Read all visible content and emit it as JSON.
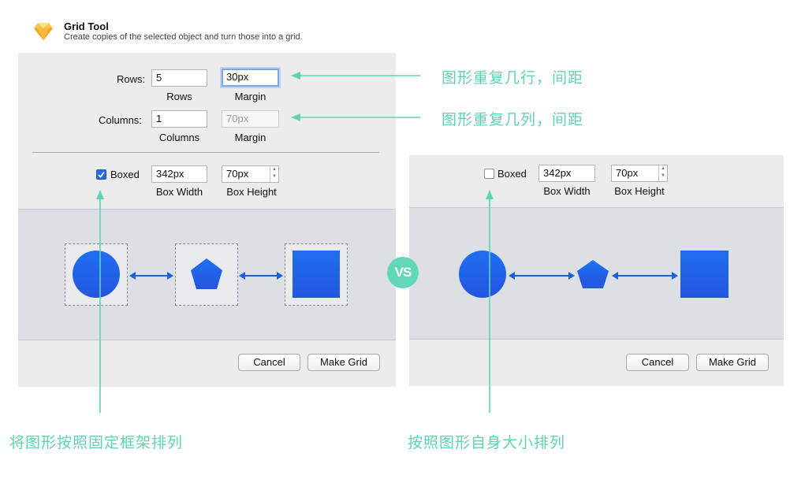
{
  "header": {
    "title": "Grid Tool",
    "subtitle": "Create copies of the selected object and turn those into a grid."
  },
  "left_panel": {
    "rows_label": "Rows:",
    "rows_value": "5",
    "rows_caption": "Rows",
    "rows_margin_value": "30px",
    "margin_caption": "Margin",
    "columns_label": "Columns:",
    "columns_value": "1",
    "columns_caption": "Columns",
    "columns_margin_value": "70px",
    "boxed_label": "Boxed",
    "boxed_checked": true,
    "box_width_value": "342px",
    "box_width_caption": "Box Width",
    "box_height_value": "70px",
    "box_height_caption": "Box Height",
    "cancel_label": "Cancel",
    "make_grid_label": "Make Grid"
  },
  "right_panel": {
    "boxed_label": "Boxed",
    "boxed_checked": false,
    "box_width_value": "342px",
    "box_width_caption": "Box Width",
    "box_height_value": "70px",
    "box_height_caption": "Box Height",
    "cancel_label": "Cancel",
    "make_grid_label": "Make Grid"
  },
  "annotations": {
    "rows_note": "图形重复几行，间距",
    "columns_note": "图形重复几列，间距",
    "vs": "VS",
    "boxed_note": "将图形按照固定框架排列",
    "unboxed_note": "按照图形自身大小排列"
  },
  "colors": {
    "accent": "#5fd3b2",
    "shape_blue": "#1e63e6",
    "arrow_blue": "#1d5fd9",
    "panel_bg": "#ececec",
    "preview_bg": "#dcdfe4"
  },
  "icons": {
    "app": "sketch-diamond-icon",
    "checkbox_on": "checkmark-icon",
    "stepper": "stepper-arrows-icon"
  }
}
